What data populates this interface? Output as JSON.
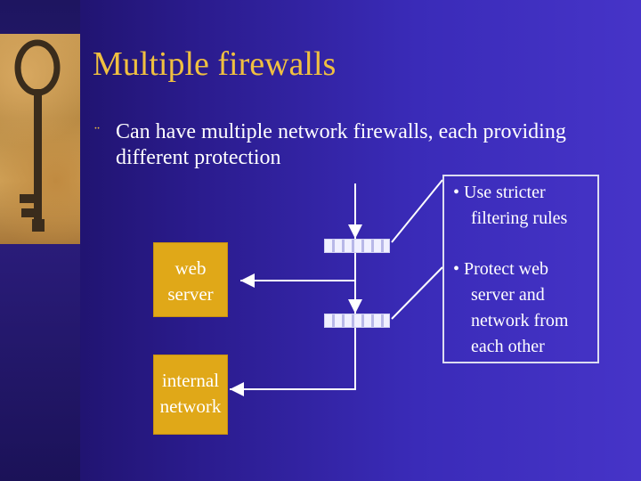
{
  "slide": {
    "title": "Multiple firewalls",
    "bullet": {
      "glyph": "¨",
      "text": "Can have multiple network firewalls, each providing different protection"
    }
  },
  "diagram": {
    "nodes": {
      "web_server": [
        "web",
        "server"
      ],
      "internal_network": [
        "internal",
        "network"
      ]
    },
    "notes": {
      "stricter": [
        "• Use stricter",
        "filtering rules"
      ],
      "protect": [
        "• Protect web",
        "server and",
        "network from",
        "each other"
      ]
    }
  },
  "colors": {
    "title": "#f0c040",
    "box_fill": "#e0a818",
    "background": "#3a2bb8"
  }
}
